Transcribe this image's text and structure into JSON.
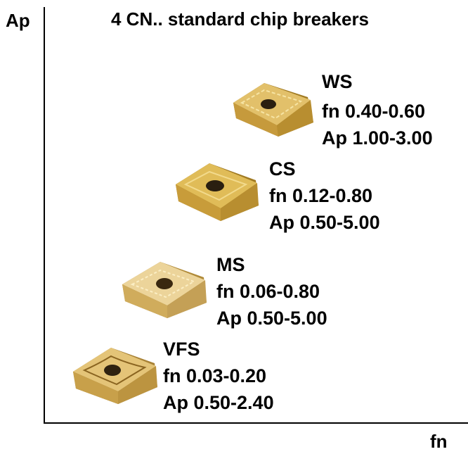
{
  "title": "4 CN.. standard chip breakers",
  "axes": {
    "y_label": "Ap",
    "x_label": "fn"
  },
  "colors": {
    "insert_face": "#d8b24a",
    "insert_dark": "#a07a22",
    "insert_light": "#f0d88a",
    "hole": "#2a1f10"
  },
  "inserts": [
    {
      "name": "WS",
      "fn": "fn  0.40-0.60",
      "ap": "Ap 1.00-3.00",
      "icon": "cnmg-insert-ws-icon"
    },
    {
      "name": "CS",
      "fn": "fn  0.12-0.80",
      "ap": "Ap 0.50-5.00",
      "icon": "cnmg-insert-cs-icon"
    },
    {
      "name": "MS",
      "fn": "fn  0.06-0.80",
      "ap": "Ap 0.50-5.00",
      "icon": "cnmg-insert-ms-icon"
    },
    {
      "name": "VFS",
      "fn": "fn  0.03-0.20",
      "ap": "Ap 0.50-2.40",
      "icon": "cnmg-insert-vfs-icon"
    }
  ]
}
